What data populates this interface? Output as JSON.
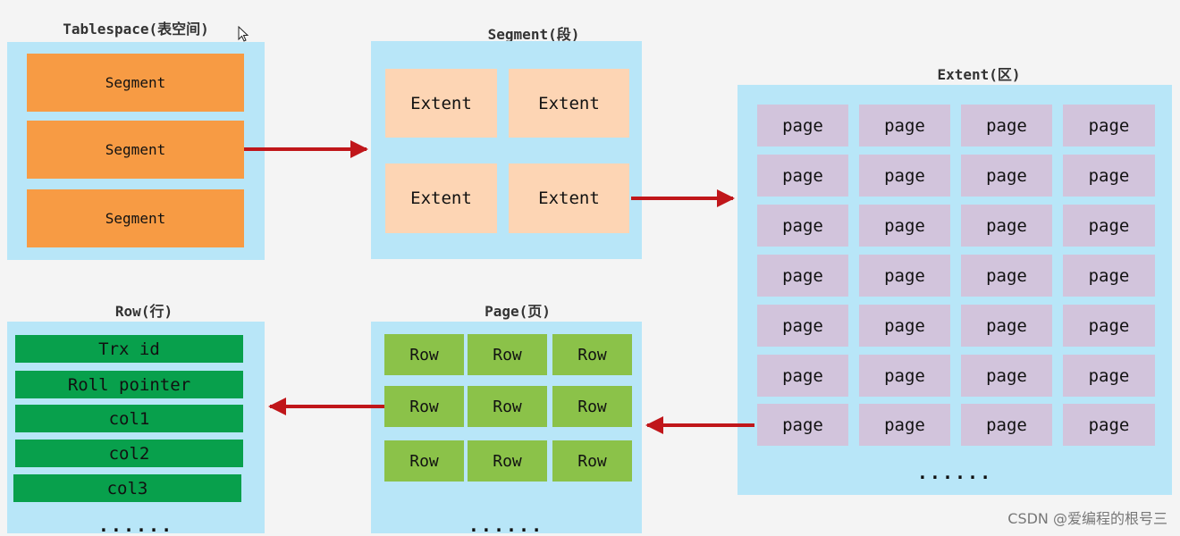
{
  "tablespace": {
    "title": "Tablespace(表空间)",
    "segments": [
      "Segment",
      "Segment",
      "Segment"
    ]
  },
  "segment": {
    "title": "Segment(段)",
    "extents": [
      "Extent",
      "Extent",
      "Extent",
      "Extent"
    ]
  },
  "extent": {
    "title": "Extent(区)",
    "page_label": "page",
    "grid_rows": 7,
    "grid_cols": 4,
    "more": "......"
  },
  "page": {
    "title": "Page(页)",
    "row_label": "Row",
    "grid_rows": 3,
    "grid_cols": 3,
    "more": "......"
  },
  "row": {
    "title": "Row(行)",
    "fields": [
      "Trx id",
      "Roll pointer",
      "col1",
      "col2",
      "col3"
    ],
    "more": "......"
  },
  "watermark": "CSDN @爱编程的根号三",
  "colors": {
    "panel": "#b8e6f8",
    "segment": "#f79b44",
    "extent": "#fdd5b4",
    "page": "#d2c4dc",
    "row": "#8bc249",
    "field": "#08a04c",
    "arrow": "#c0161a"
  }
}
